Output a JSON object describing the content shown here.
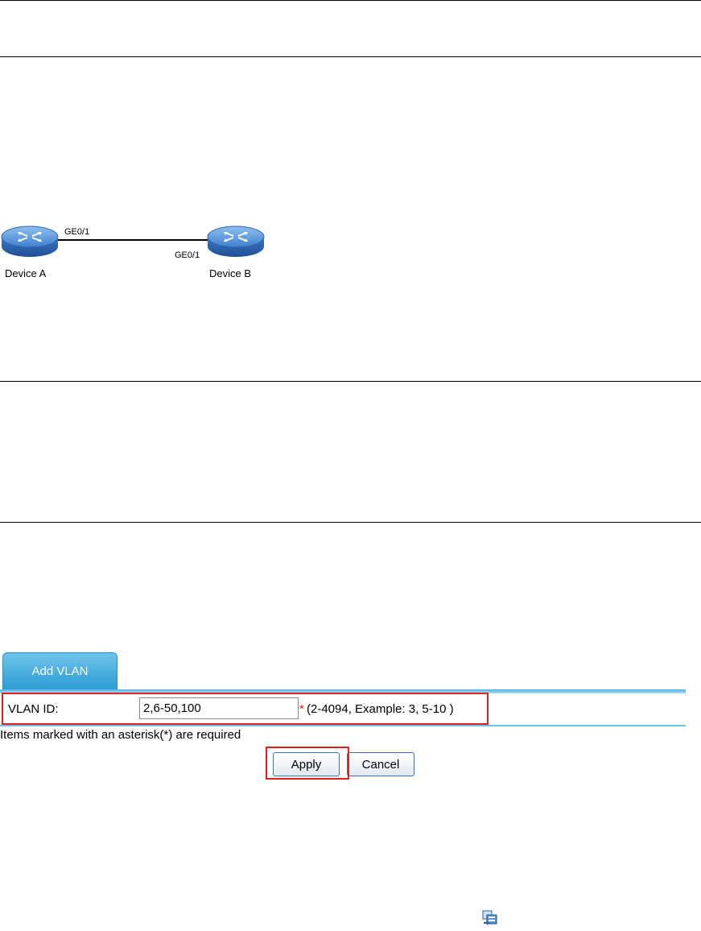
{
  "topology": {
    "device_a": "Device A",
    "device_b": "Device B",
    "port_a": "GE0/1",
    "port_b": "GE0/1"
  },
  "add_vlan_panel": {
    "tab_label": "Add VLAN",
    "vlan_id_label": "VLAN ID:",
    "vlan_id_value": "2,6-50,100",
    "required_marker": "*",
    "vlan_id_hint": "(2-4094, Example: 3, 5-10 )",
    "required_note": "Items marked with an asterisk(*) are required",
    "apply_label": "Apply",
    "cancel_label": "Cancel"
  },
  "icons": {
    "router": "router-icon",
    "config": "copy-config-icon"
  },
  "colors": {
    "tab_blue": "#2d9dd4",
    "highlight_red": "#e02020",
    "router_blue": "#3b78c4"
  }
}
